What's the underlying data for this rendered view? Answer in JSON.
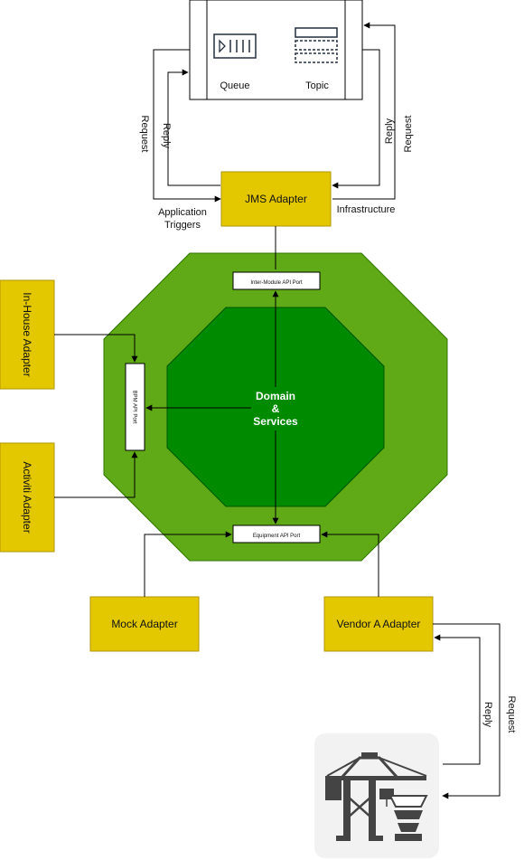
{
  "broker": {
    "queue_label": "Queue",
    "topic_label": "Topic"
  },
  "jms_adapter": {
    "label": "JMS Adapter"
  },
  "edges": {
    "request_left": "Request",
    "reply_left": "Reply",
    "reply_right": "Reply",
    "request_right": "Request",
    "application_triggers_line1": "Application",
    "application_triggers_line2": "Triggers",
    "infrastructure": "Infrastructure",
    "reply_port": "Reply",
    "request_port": "Request"
  },
  "ports": {
    "inter_module": "Inter-Module API Port",
    "bpm": "BPM API Port",
    "equipment": "Equipment API Port"
  },
  "core": {
    "line1": "Domain",
    "line2": "&",
    "line3": "Services"
  },
  "adapters": {
    "in_house": "In-House Adapter",
    "activiti": "Activiti Adapter",
    "mock": "Mock Adapter",
    "vendor_a": "Vendor A Adapter"
  },
  "colors": {
    "outer_octagon": "#60a917",
    "inner_octagon": "#008a00",
    "adapter_fill": "#e3c800",
    "adapter_stroke": "#b09500",
    "octagon_stroke": "#2d7600",
    "equipment_icon_bg": "#f2f2f2"
  },
  "icons": {
    "queue": "queue-icon",
    "topic": "topic-icon",
    "equipment": "port-crane-icon"
  }
}
